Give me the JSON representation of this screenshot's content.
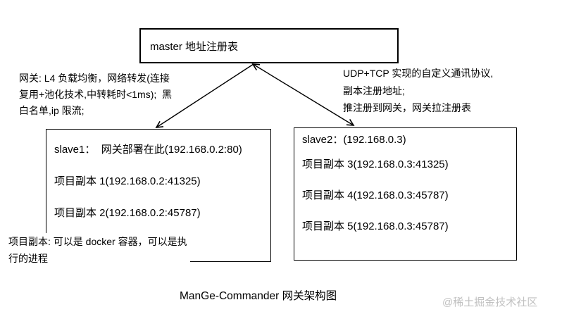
{
  "diagram": {
    "master_box": {
      "label": "master  地址注册表"
    },
    "slave1_box": {
      "title": "slave1：  网关部署在此(192.168.0.2:80)",
      "items": [
        "项目副本 1(192.168.0.2:41325)",
        "项目副本 2(192.168.0.2:45787)"
      ]
    },
    "slave2_box": {
      "title": "slave2：(192.168.0.3)",
      "items": [
        "项目副本 3(192.168.0.3:41325)",
        "项目副本 4(192.168.0.3:45787)",
        "项目副本 5(192.168.0.3:45787)"
      ]
    },
    "gateway_note": {
      "lines": [
        "网关: L4 负载均衡，网络转发(连接",
        "复用+池化技术,中转耗时<1ms);  黑",
        "白名单,ip 限流;"
      ]
    },
    "protocol_note": {
      "lines": [
        "UDP+TCP 实现的自定义通讯协议,",
        "副本注册地址;",
        "推注册到网关，网关拉注册表"
      ]
    },
    "replica_note": {
      "lines": [
        "项目副本: 可以是 docker 容器，可以是执",
        "行的进程"
      ]
    },
    "caption": "ManGe-Commander 网关架构图",
    "watermark": "@稀土掘金技术社区",
    "colors": {
      "line": "#000000",
      "watermark": "#c1c1c1",
      "background": "#ffffff"
    }
  }
}
